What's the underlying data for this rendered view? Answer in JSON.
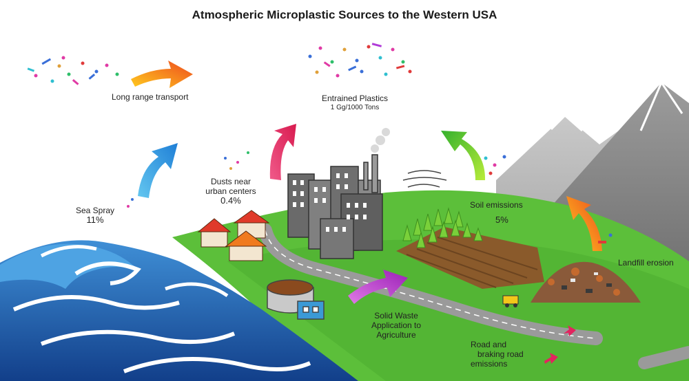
{
  "title": "Atmospheric Microplastic Sources to the Western USA",
  "labels": {
    "long_range": "Long range transport",
    "entrained_line1": "Entrained Plastics",
    "entrained_line2": "1 Gg/1000 Tons",
    "dusts_line1": "Dusts near",
    "dusts_line2": "urban centers",
    "dusts_pct": "0.4%",
    "sea_spray": "Sea Spray",
    "sea_spray_pct": "11%",
    "soil": "Soil emissions",
    "soil_pct": "5%",
    "landfill": "Landfill erosion",
    "solid_waste_line1": "Solid Waste",
    "solid_waste_line2": "Application to",
    "solid_waste_line3": "Agriculture",
    "road_line1": "Road and",
    "road_line2": "braking road",
    "road_line3": "emissions"
  },
  "colors": {
    "sky": "#ffffff",
    "land": "#5cbf3a",
    "ocean": "#1f5fae",
    "road": "#9a9a9a",
    "mountain": "#8e8e8e",
    "arrow_blue": "#3ba7e6",
    "arrow_pink": "#e3245f",
    "arrow_green": "#6fd13a",
    "arrow_orange": "#f26b1e",
    "arrow_purple": "#b02fc0"
  }
}
